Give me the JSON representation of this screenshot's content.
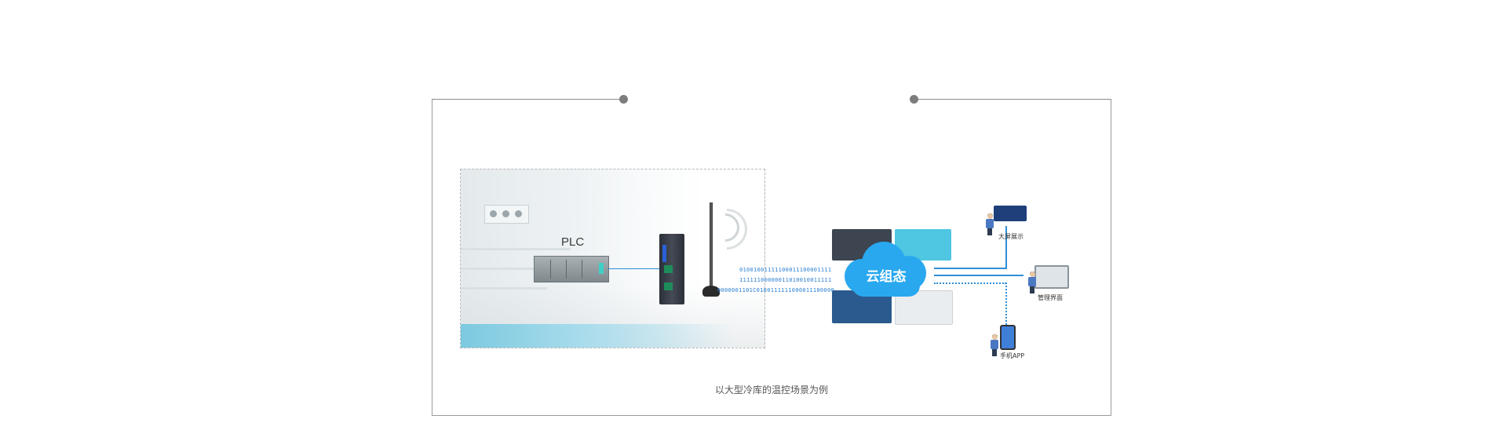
{
  "plc_label": "PLC",
  "cloud_label": "云组态",
  "bits": [
    "01001001111100011100001111",
    "11111100000011010010011111",
    "0000001101C0100111111000011100000"
  ],
  "outputs": {
    "big_screen": "大屏展示",
    "management": "管理界面",
    "mobile_app": "手机APP"
  },
  "caption": "以大型冷库的温控场景为例",
  "colors": {
    "link": "#2f8fd6",
    "cloud": "#29a8ef",
    "frame": "#9a9a9a"
  }
}
